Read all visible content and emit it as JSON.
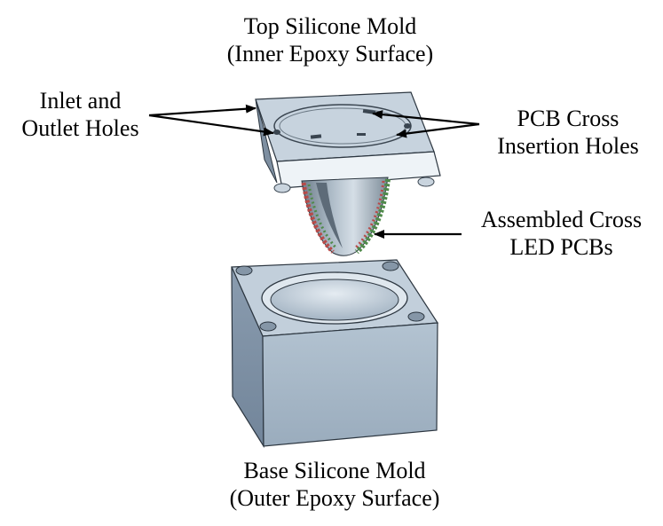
{
  "labels": {
    "top_mold": {
      "line1": "Top Silicone Mold",
      "line2": "(Inner Epoxy Surface)"
    },
    "holes": {
      "line1": "Inlet and",
      "line2": "Outlet Holes"
    },
    "pcb_holes": {
      "line1": "PCB Cross",
      "line2": "Insertion Holes"
    },
    "led_pcbs": {
      "line1": "Assembled Cross",
      "line2": "LED PCBs"
    },
    "base_mold": {
      "line1": "Base Silicone Mold",
      "line2": "(Outer Epoxy Surface)"
    }
  },
  "colors": {
    "mold_top_face": "#c7d3de",
    "mold_front_face": "#eef3f7",
    "mold_side_face": "#8e9fb0",
    "base_top_face": "#c2cfdb",
    "base_front_face": "#a9bac9",
    "base_side_face": "#7f91a4",
    "led_red": "#b84a48",
    "led_green": "#4f8a4a",
    "arrow": "#000000"
  }
}
